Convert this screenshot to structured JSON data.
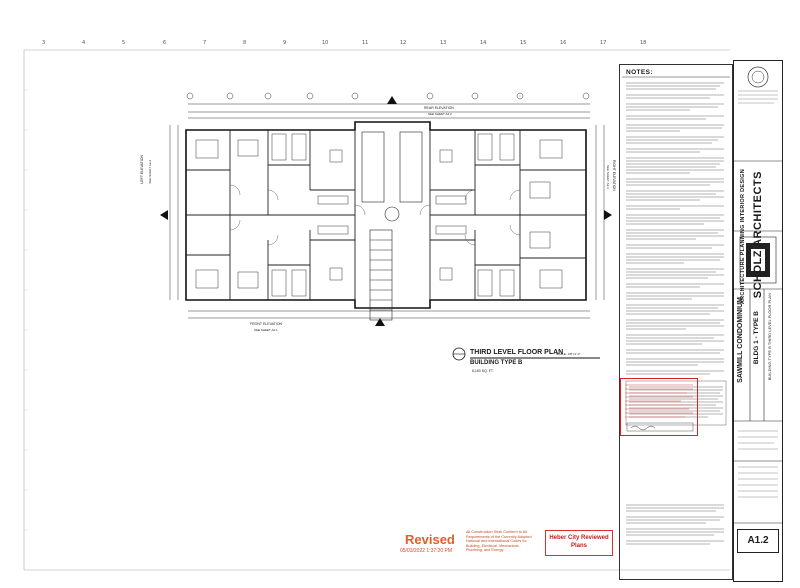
{
  "drawing": {
    "plan_title": "THIRD LEVEL FLOOR PLAN",
    "building_type": "BUILDING TYPE B",
    "area": "6,163 SQ. FT.",
    "scale": "SCALE: 1/8\"=1'-0\"",
    "rear_elevation": "REAR ELEVATION",
    "rear_ref": "SEE SHEET A2.2",
    "front_elevation": "FRONT ELEVATION",
    "front_ref": "SEE SHEET A2.1",
    "left_elevation": "LEFT ELEVATION",
    "left_ref": "SEE SHEET A2.3",
    "right_elevation": "RIGHT ELEVATION",
    "right_ref": "SEE SHEET A2.3"
  },
  "notes": {
    "title": "NOTES:"
  },
  "title_block": {
    "firm": "SCHOLZ ARCHITECTS",
    "firm_sub": "ARCHITECTURE   PLANNING   INTERIOR DESIGN",
    "project": "SAWMILL CONDOMINIUM",
    "building": "BLDG 1 - TYPE B",
    "project_sub": "BUILDING TYPE B THIRD LEVEL FLOOR PLAN",
    "sheet": "A1.2"
  },
  "stamps": {
    "revised": "Revised",
    "revised_date": "05/03/2022 1:37:20 PM",
    "revised_text": "All Construction Shall Conform to All Requirements of the Currently Adopted National and International Codes for Building, Electrical, Mechanical, Plumbing, and Energy.",
    "heber_line1": "Heber City Reviewed",
    "heber_line2": "Plans"
  },
  "ruler": {
    "top": [
      "3",
      "4",
      "5",
      "6",
      "7",
      "8",
      "9",
      "10",
      "11",
      "12",
      "13",
      "14",
      "15",
      "16",
      "17",
      "18"
    ]
  }
}
